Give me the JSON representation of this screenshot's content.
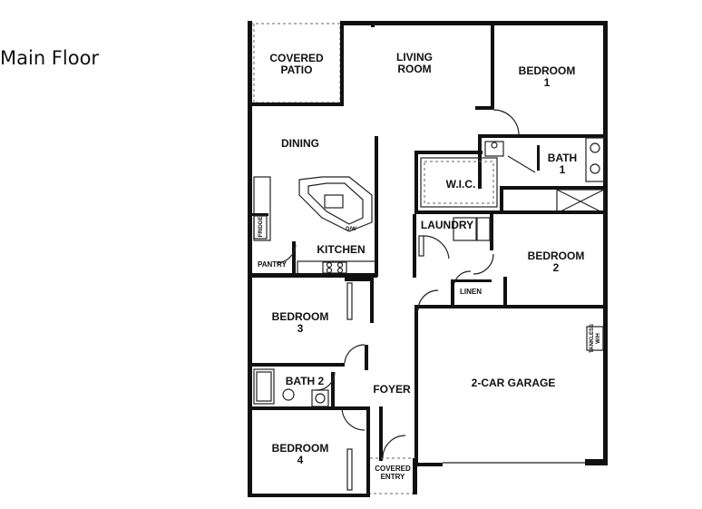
{
  "page": {
    "title": "Main Floor"
  },
  "rooms": {
    "covered_patio": [
      "COVERED",
      "PATIO"
    ],
    "living_room": [
      "LIVING",
      "ROOM"
    ],
    "bedroom1": [
      "BEDROOM",
      "1"
    ],
    "dining": "DINING",
    "bath1": [
      "BATH",
      "1"
    ],
    "wic": "W.I.C.",
    "laundry": "LAUNDRY",
    "kitchen": "KITCHEN",
    "pantry": "PANTRY",
    "bedroom2": [
      "BEDROOM",
      "2"
    ],
    "linen": "LINEN",
    "bedroom3": [
      "BEDROOM",
      "3"
    ],
    "bath2": "BATH 2",
    "foyer": "FOYER",
    "garage": "2-CAR GARAGE",
    "bedroom4": [
      "BEDROOM",
      "4"
    ],
    "covered_entry": [
      "COVERED",
      "ENTRY"
    ]
  },
  "fixtures": {
    "fridge": "FRIDGE",
    "dishwasher": "D/W",
    "tankless": [
      "TANKLESS",
      "W/H"
    ]
  }
}
